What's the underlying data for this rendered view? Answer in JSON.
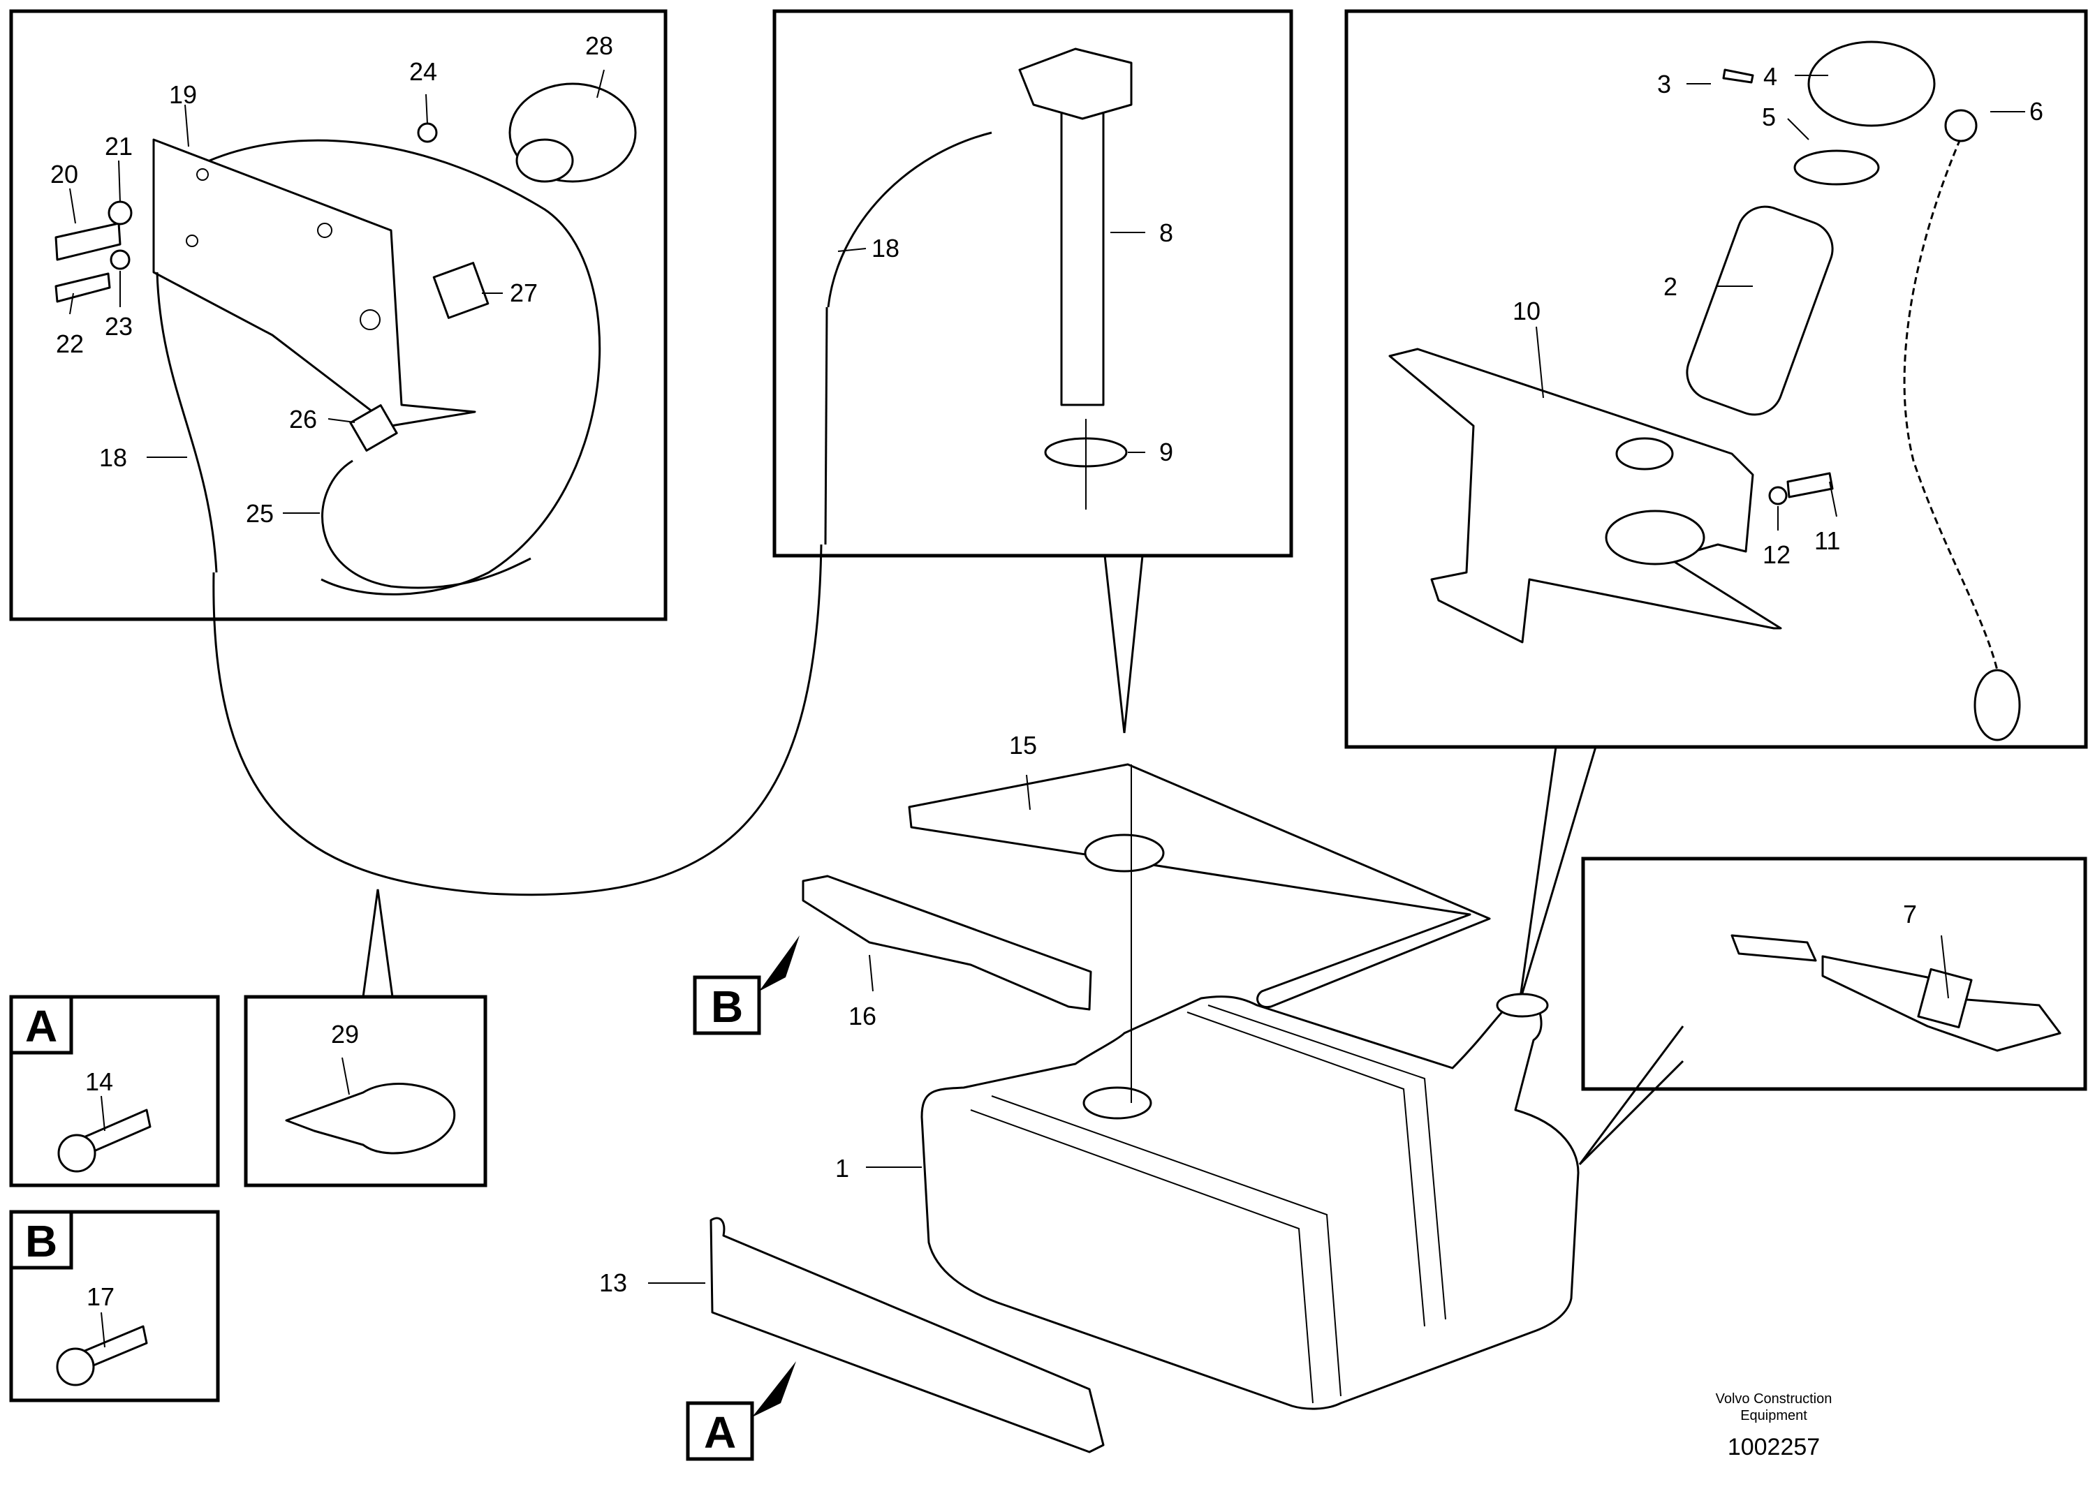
{
  "callouts": [
    "1",
    "2",
    "3",
    "4",
    "5",
    "6",
    "7",
    "8",
    "9",
    "10",
    "11",
    "12",
    "13",
    "14",
    "15",
    "16",
    "17",
    "18",
    "19",
    "20",
    "21",
    "22",
    "23",
    "24",
    "25",
    "26",
    "27",
    "28",
    "29"
  ],
  "view_markers": {
    "a": "A",
    "b": "B"
  },
  "footer": {
    "brand_line1": "Volvo Construction",
    "brand_line2": "Equipment",
    "doc_number": "1002257"
  }
}
